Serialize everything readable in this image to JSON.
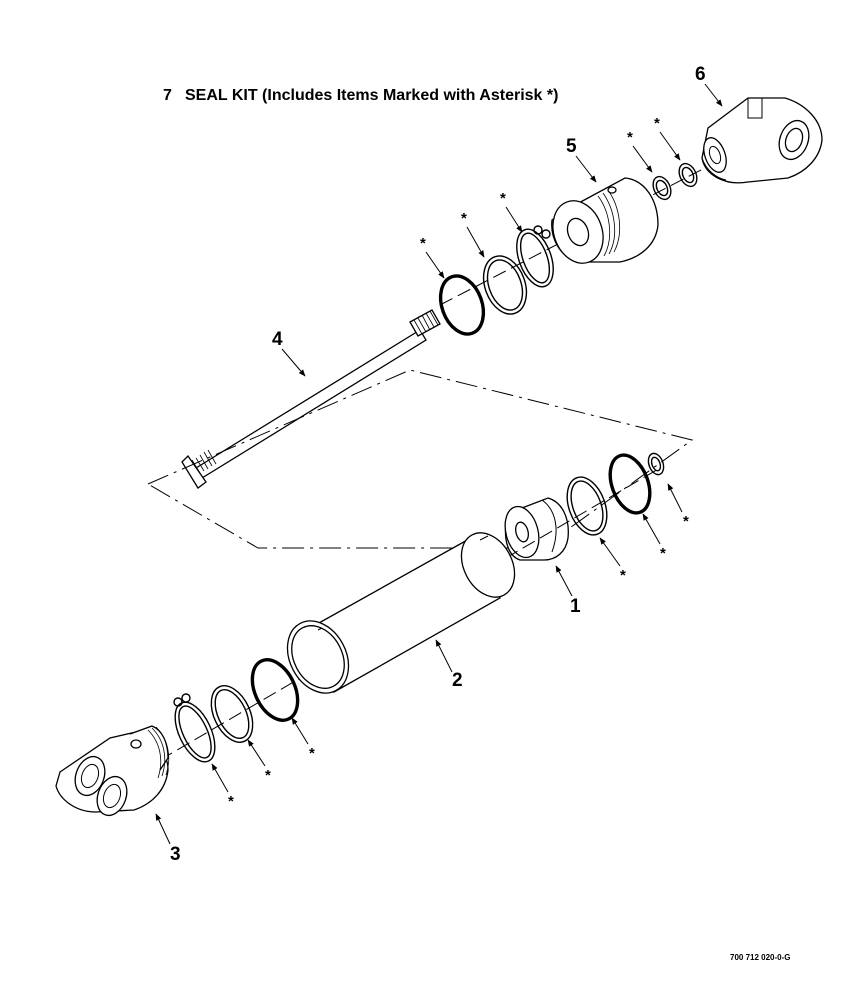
{
  "title": {
    "number": "7",
    "text": "SEAL KIT (Includes Items Marked with Asterisk *)"
  },
  "callouts": {
    "item1": "1",
    "item2": "2",
    "item3": "3",
    "item4": "4",
    "item5": "5",
    "item6": "6"
  },
  "asterisk": "*",
  "reference_code": "700 712 020-0-G"
}
